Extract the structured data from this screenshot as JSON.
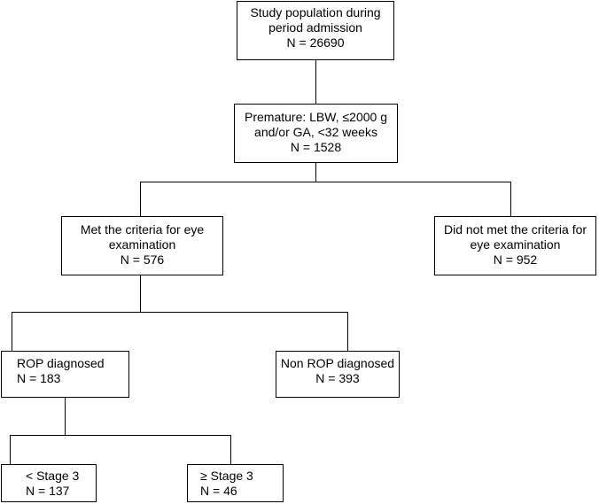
{
  "nodes": {
    "study_population": {
      "lines": [
        "Study population during",
        "period admission",
        "N = 26690"
      ]
    },
    "premature": {
      "lines": [
        "Premature: LBW, ≤2000 g",
        "and/or GA, <32 weeks",
        "N = 1528"
      ]
    },
    "met_criteria": {
      "lines": [
        "Met the criteria for eye",
        "examination",
        "N = 576"
      ]
    },
    "not_met_criteria": {
      "lines": [
        "Did not met the criteria for",
        "eye examination",
        "N = 952"
      ]
    },
    "rop_diagnosed": {
      "lines": [
        "ROP diagnosed",
        "N = 183"
      ]
    },
    "non_rop_diagnosed": {
      "lines": [
        "Non ROP diagnosed",
        "N = 393"
      ]
    },
    "below_stage3": {
      "lines": [
        "< Stage 3",
        "N = 137"
      ]
    },
    "stage3_plus": {
      "lines": [
        "≥ Stage 3",
        "N = 46"
      ]
    }
  }
}
